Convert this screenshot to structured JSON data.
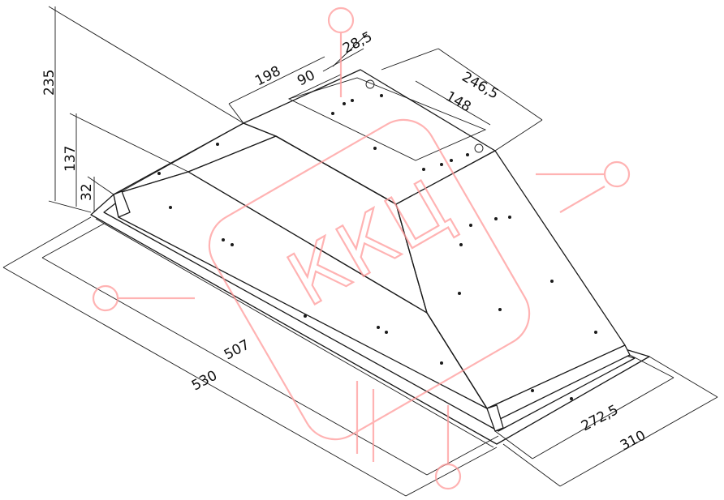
{
  "dimensions": {
    "height_total": "235",
    "height_body": "137",
    "height_frame": "32",
    "top_length": "198",
    "top_offset": "90",
    "outlet_offset": "28,5",
    "top_width": "246,5",
    "outlet_width": "148",
    "inner_length": "507",
    "outer_length": "530",
    "inner_width": "272,5",
    "outer_width": "310"
  },
  "watermark": {
    "text": "ККЦ"
  },
  "colors": {
    "line": "#1a1a1a",
    "watermark": "#ff9a9a",
    "background": "#ffffff"
  }
}
